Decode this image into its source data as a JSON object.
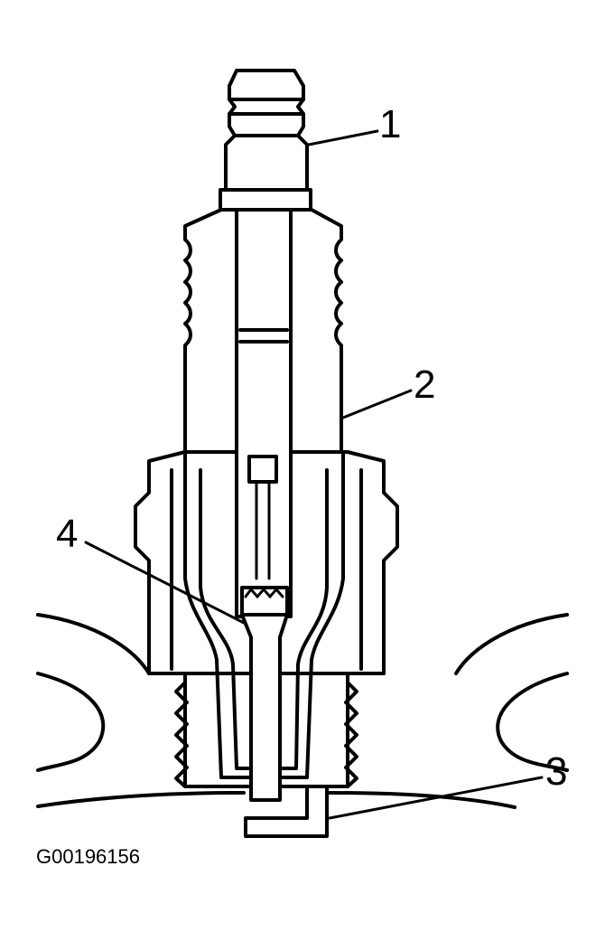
{
  "figure": {
    "id_label": "G00196156",
    "callouts": [
      {
        "number": "1"
      },
      {
        "number": "2"
      },
      {
        "number": "3"
      },
      {
        "number": "4"
      }
    ],
    "colors": {
      "ink": "#000000",
      "paper": "#ffffff"
    }
  }
}
